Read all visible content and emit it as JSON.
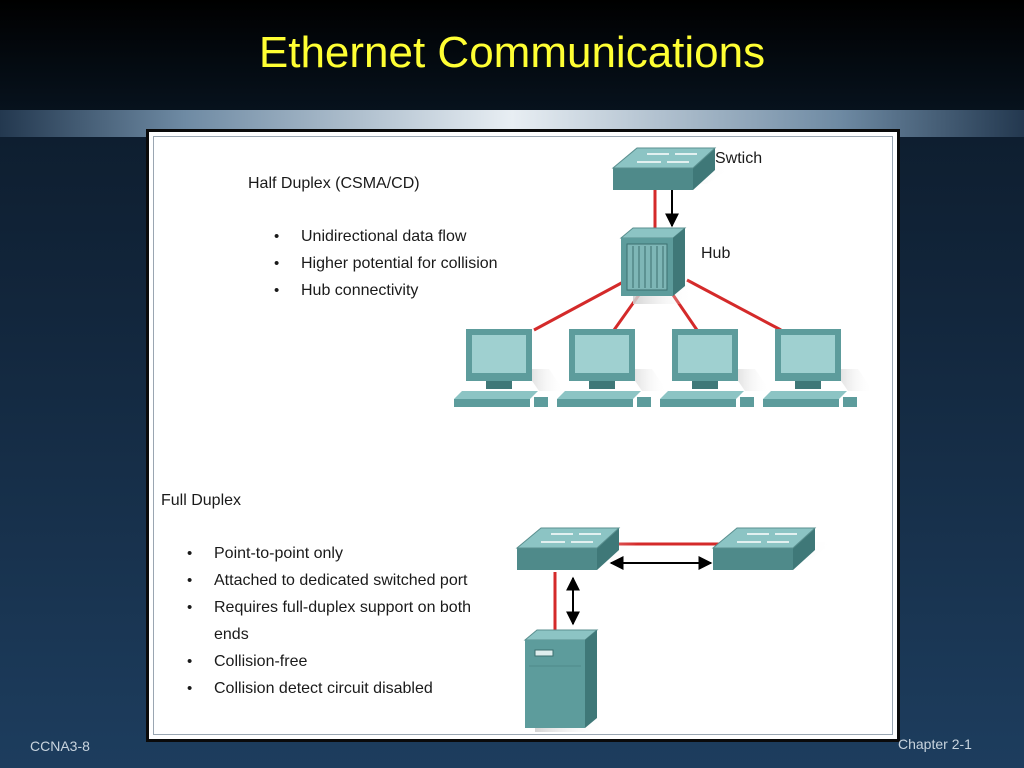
{
  "slide": {
    "title": "Ethernet Communications",
    "footer_left": "CCNA3-8",
    "footer_right": "Chapter 2-1"
  },
  "half_duplex": {
    "title": "Half Duplex (CSMA/CD)",
    "bullets": [
      "Unidirectional data flow",
      "Higher potential for collision",
      "Hub connectivity"
    ],
    "switch_label": "Swtich",
    "hub_label": "Hub"
  },
  "full_duplex": {
    "title": "Full Duplex",
    "bullets": [
      "Point-to-point only",
      "Attached to dedicated switched port",
      "Requires full-duplex support on both",
      "ends",
      "Collision-free",
      "Collision detect circuit disabled"
    ]
  },
  "colors": {
    "title": "#ffff33",
    "device_face": "#5d9c9c",
    "device_top": "#8cc4c4",
    "device_side": "#3f7878",
    "link": "#d42a2a",
    "arrow": "#000000"
  },
  "icons": [
    "switch-icon",
    "hub-icon",
    "pc-icon",
    "server-icon",
    "arrow-icon"
  ]
}
